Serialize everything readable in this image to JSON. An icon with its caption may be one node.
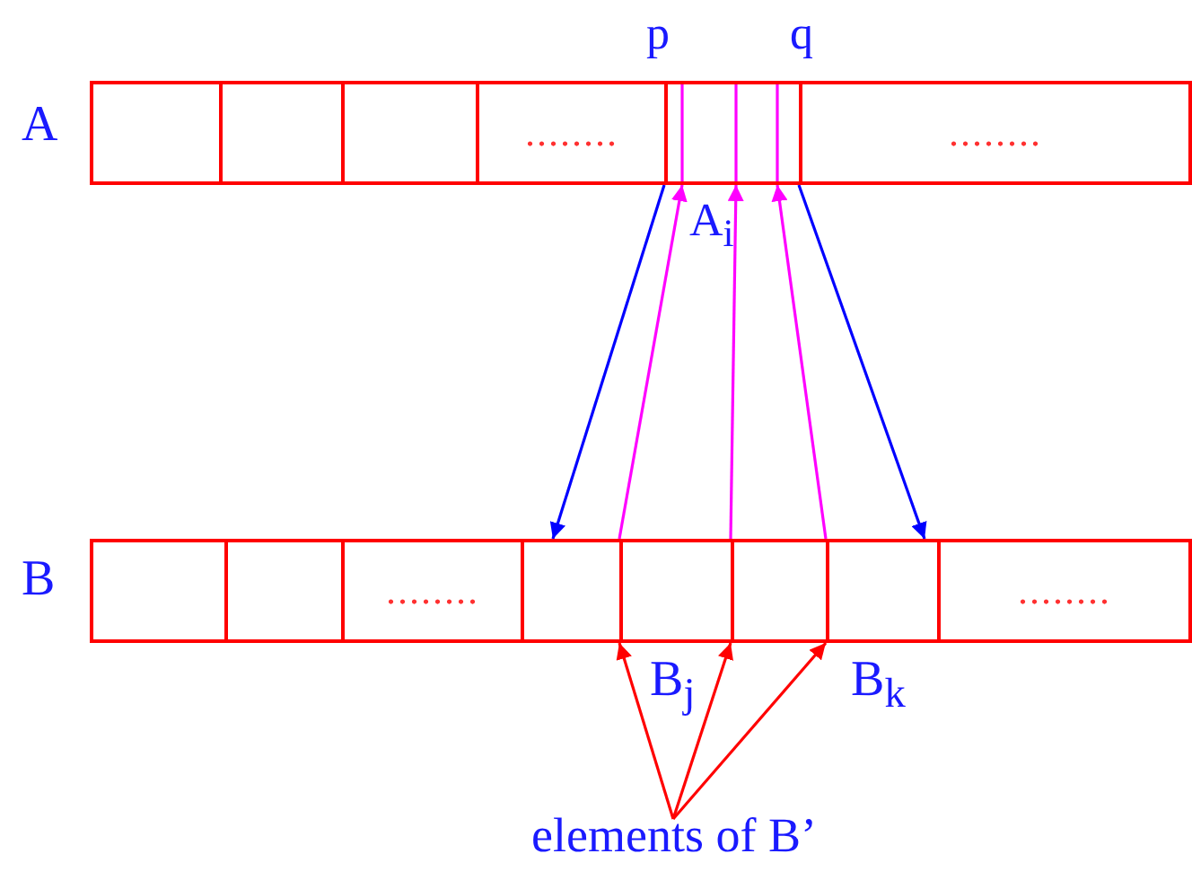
{
  "diagram": {
    "nodes": [
      {
        "text": [
          "A"
        ]
      },
      {
        "text": [],
        "shape": "box",
        "in": 0
      },
      {
        "text": [],
        "shape": "box",
        "in": 0
      },
      {
        "text": [],
        "shape": "box",
        "in": 0
      },
      {
        "text": [
          "........"
        ],
        "in": 0
      },
      {
        "text": [],
        "shape": "box",
        "in": 0
      },
      {
        "text": [
          "........"
        ],
        "in": 0
      },
      {
        "text": [
          "B"
        ]
      },
      {
        "text": [],
        "shape": "box",
        "in": 7
      },
      {
        "text": [],
        "shape": "box",
        "in": 7
      },
      {
        "text": [
          "........"
        ],
        "in": 7
      },
      {
        "text": [],
        "shape": "box",
        "in": 7
      },
      {
        "text": [],
        "shape": "box",
        "in": 7
      },
      {
        "text": [],
        "shape": "box",
        "in": 7
      },
      {
        "text": [],
        "shape": "box",
        "in": 7
      },
      {
        "text": [
          "........"
        ],
        "in": 7
      },
      {
        "text": [
          "elements of B’"
        ]
      }
    ],
    "edges": [
      {
        "from": 5,
        "to": 11,
        "arrow": "to",
        "color": "#0000ff"
      },
      {
        "from": 5,
        "to": 14,
        "arrow": "to",
        "color": "#0000ff"
      },
      {
        "from": 12,
        "to": 5,
        "arrow": "to",
        "color": "#ff00ff"
      },
      {
        "from": 13,
        "to": 5,
        "arrow": "to",
        "color": "#ff00ff"
      },
      {
        "from": 14,
        "to": 5,
        "arrow": "to",
        "color": "#ff00ff"
      },
      {
        "from": 16,
        "to": 12,
        "arrow": "to",
        "color": "#ff0000"
      },
      {
        "from": 16,
        "to": 13,
        "arrow": "to",
        "color": "#ff0000"
      },
      {
        "from": 16,
        "to": 14,
        "arrow": "to",
        "color": "#ff0000"
      }
    ],
    "labels": [
      "p",
      "q",
      "A$_{i}$",
      "B$_{j}$",
      "B$_{k}$"
    ]
  }
}
